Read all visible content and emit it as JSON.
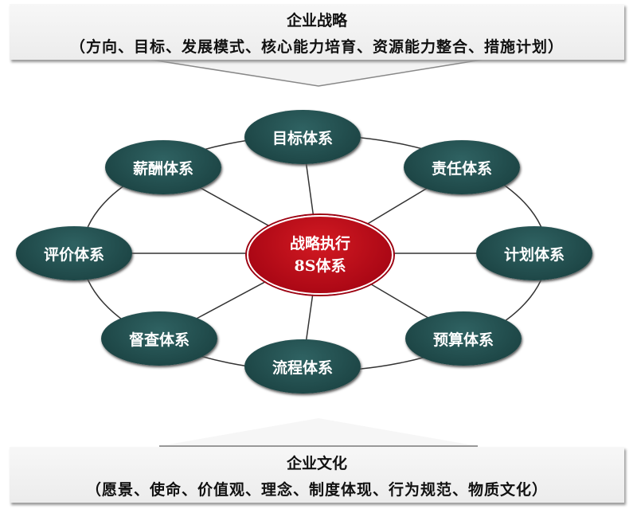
{
  "top": {
    "title": "企业战略",
    "subtitle": "（方向、目标、发展模式、核心能力培育、资源能力整合、措施计划）"
  },
  "bottom": {
    "title": "企业文化",
    "subtitle": "（愿景、使命、价值观、理念、制度体现、行为规范、物质文化）"
  },
  "center": {
    "line1": "战略执行",
    "line2": "8S体系"
  },
  "nodes": [
    "目标体系",
    "责任体系",
    "计划体系",
    "预算体系",
    "流程体系",
    "督查体系",
    "评价体系",
    "薪酬体系"
  ],
  "colors": {
    "node": "#1f4a4a",
    "center": "#b3000f"
  }
}
